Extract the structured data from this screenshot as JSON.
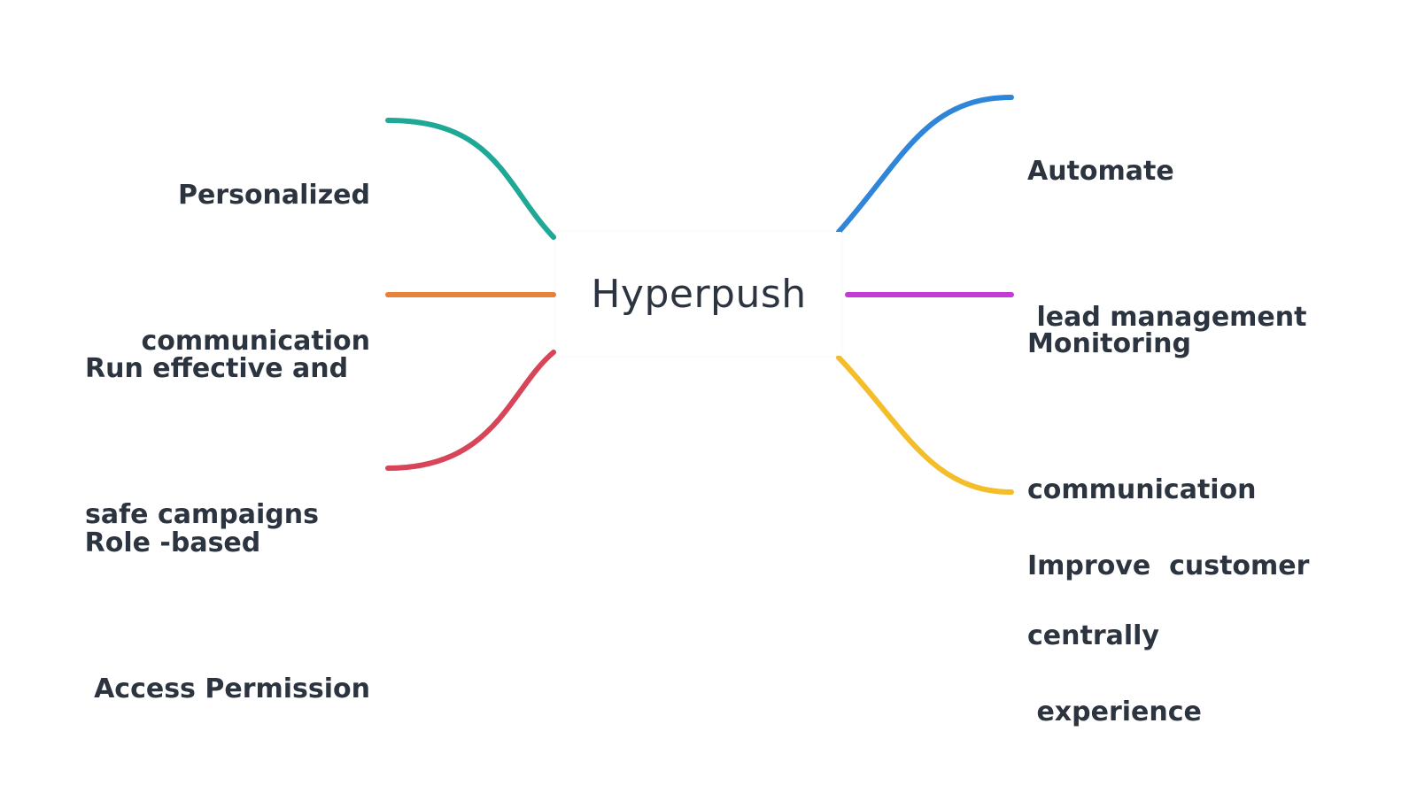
{
  "center": {
    "label": "Hyperpush"
  },
  "branches": [
    {
      "id": "personalized",
      "side": "left",
      "color": "#1fa896",
      "lines": [
        "Personalized",
        " communication"
      ]
    },
    {
      "id": "campaigns",
      "side": "left",
      "color": "#e8823a",
      "lines": [
        "Run effective and",
        "safe campaigns"
      ]
    },
    {
      "id": "permissions",
      "side": "left",
      "color": "#d64558",
      "lines": [
        "Role -based",
        " Access Permission"
      ]
    },
    {
      "id": "automate",
      "side": "right",
      "color": "#2f86d8",
      "lines": [
        "Automate",
        " lead management"
      ]
    },
    {
      "id": "monitoring",
      "side": "right",
      "color": "#c43ad6",
      "lines": [
        "Monitoring",
        "communication",
        "centrally"
      ]
    },
    {
      "id": "experience",
      "side": "right",
      "color": "#f4bd2a",
      "lines": [
        "Improve  customer",
        " experience"
      ]
    }
  ]
}
